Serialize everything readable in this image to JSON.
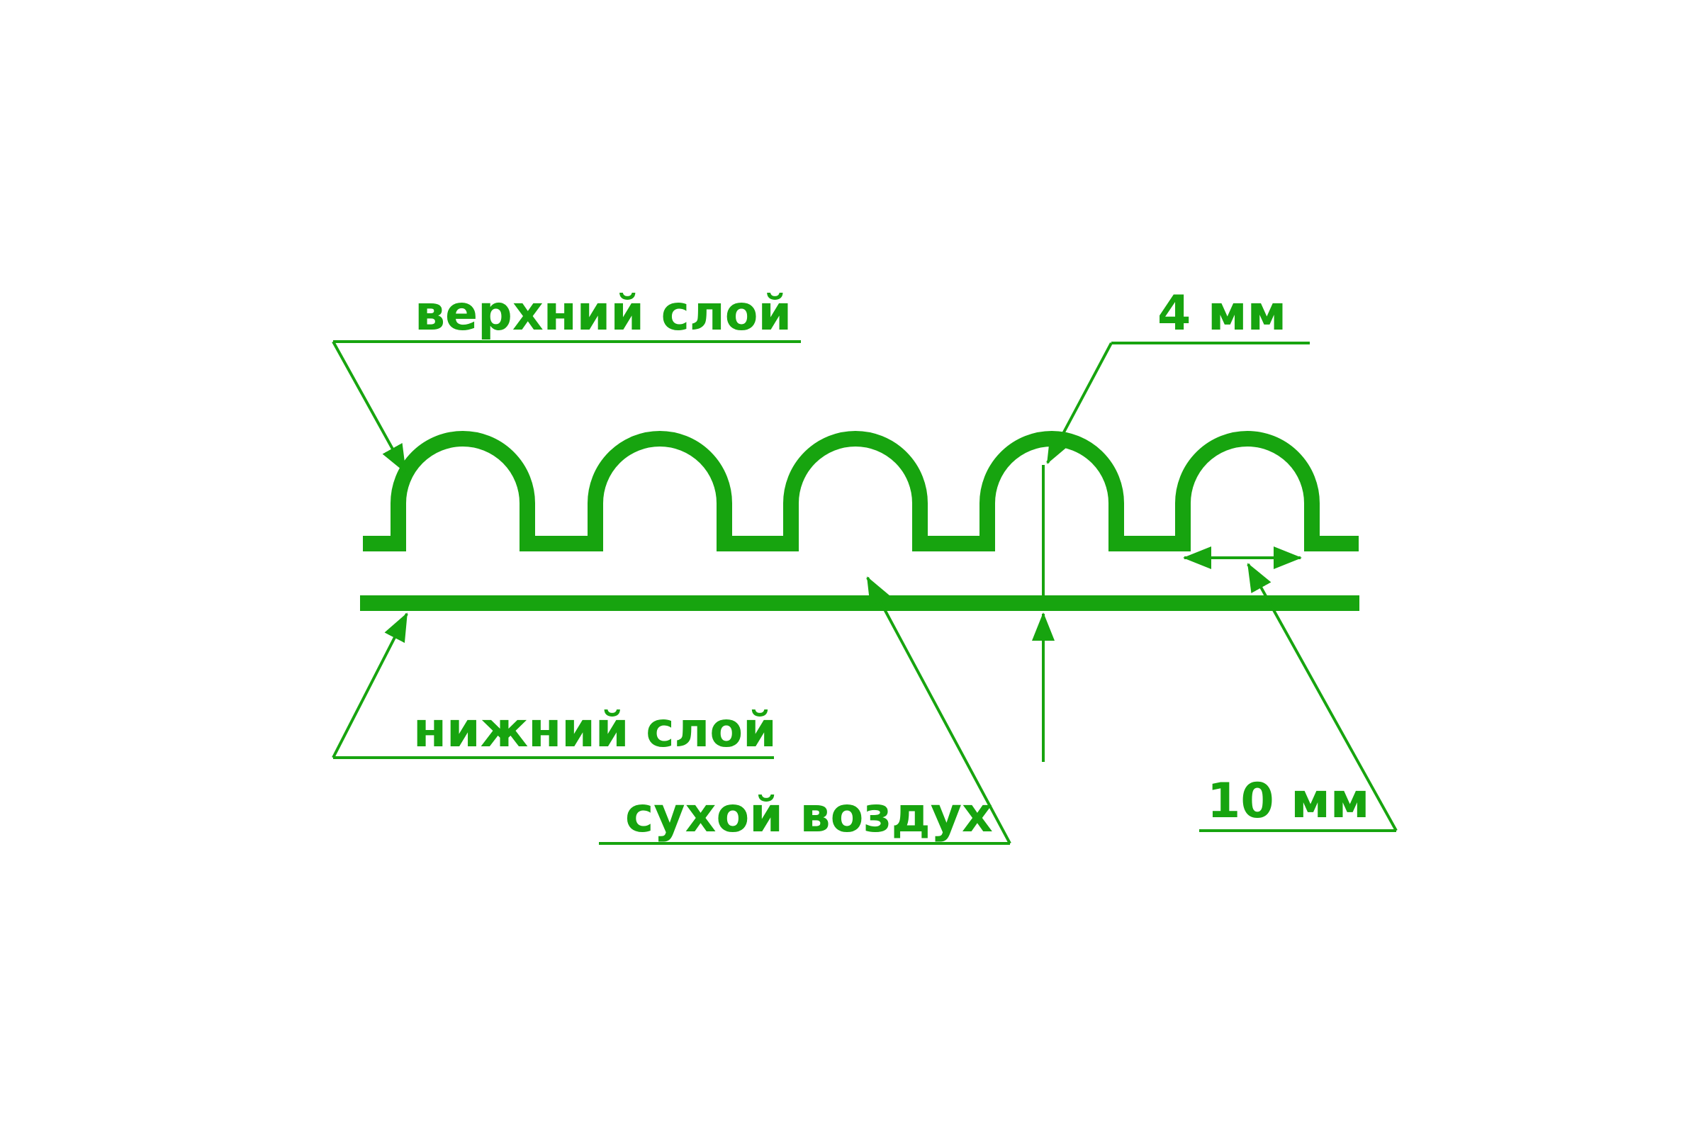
{
  "colors": {
    "stroke": "#17a40f",
    "background": "#ffffff"
  },
  "diagram": {
    "bubble_count": 5,
    "labels": {
      "top_layer": "верхний слой",
      "bubble_height": "4 мм",
      "bottom_layer": "нижний слой",
      "dry_air": "сухой воздух",
      "bubble_width": "10 мм"
    }
  }
}
